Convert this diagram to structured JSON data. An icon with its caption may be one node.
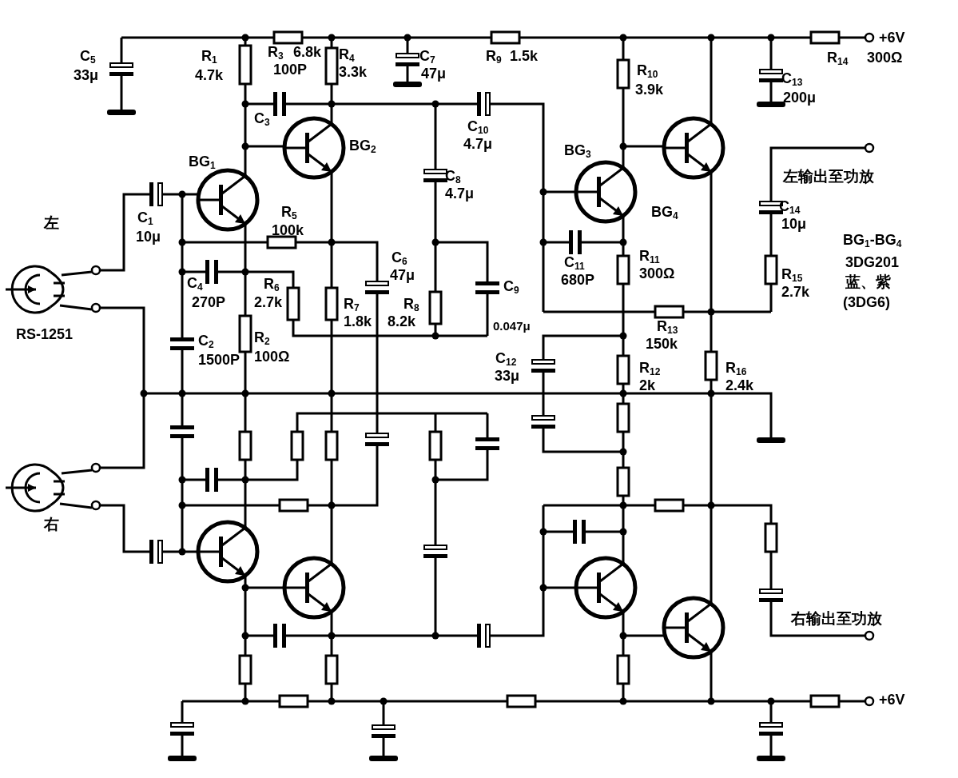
{
  "diagram": {
    "labels": [
      "C$_{5}$",
      "33μ",
      "R$_{1}$",
      "4.7k",
      "R$_{3}$",
      "6.8k",
      "100P",
      "R$_{4}$",
      "3.3k",
      "C$_{7}$",
      "47μ",
      "R$_{9}$",
      "1.5k",
      "R$_{10}$",
      "3.9k",
      "+6V",
      "R$_{14}$",
      "300Ω",
      "C$_{13}$",
      "200μ",
      "C$_{3}$",
      "BG$_{1}$",
      "BG$_{2}$",
      "C$_{10}$",
      "4.7μ",
      "BG$_{3}$",
      "BG$_{4}$",
      "C$_{8}$",
      "左输出至功放",
      "4.7μ",
      "C$_{1}$",
      "10μ",
      "R$_{5}$",
      "100k",
      "C$_{6}$",
      "47μ",
      "C$_{14}$",
      "10μ",
      "BG$_{1}$-BG$_{4}$",
      "3DG201",
      "蓝、紫",
      "(3DG6)",
      "左",
      "C$_{4}$",
      "270P",
      "R$_{6}$",
      "2.7k",
      "R$_{7}$",
      "1.8k",
      "R$_{8}$",
      "8.2k",
      "C$_{9}$",
      "0.047μ",
      "C$_{11}$",
      "680P",
      "R$_{11}$",
      "300Ω",
      "R$_{15}$",
      "2.7k",
      "RS-1251",
      "C$_{2}$",
      "1500P",
      "R$_{2}$",
      "100Ω",
      "R$_{13}$",
      "150k",
      "C$_{12}$",
      "33μ",
      "R$_{12}$",
      "2k",
      "R$_{16}$",
      "2.4k",
      "右",
      "右输出至功放",
      "+6V"
    ]
  }
}
